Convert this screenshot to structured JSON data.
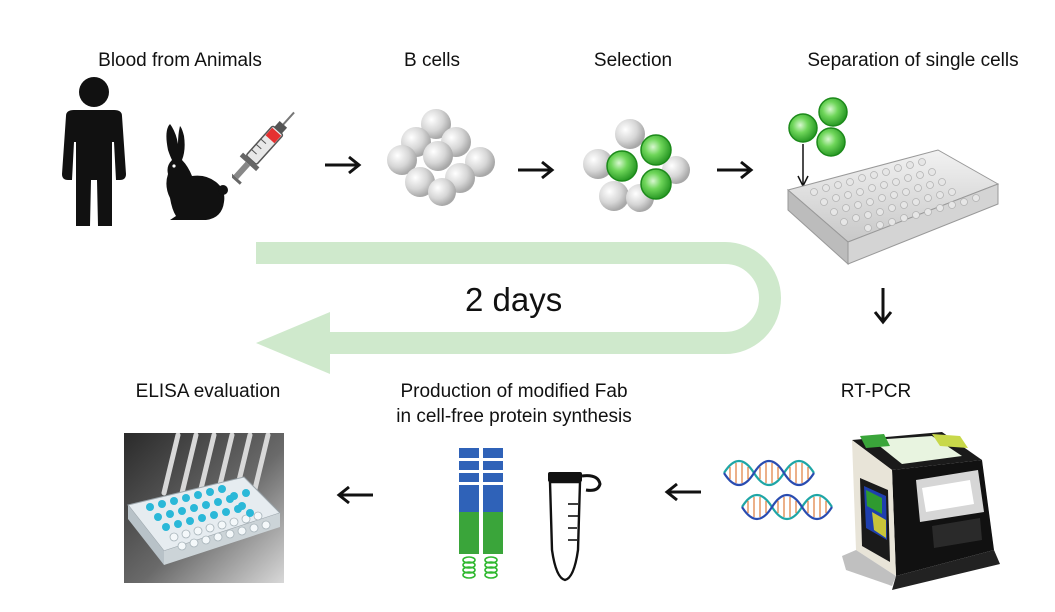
{
  "labels": {
    "blood": "Blood from Animals",
    "bcells": "B cells",
    "selection": "Selection",
    "separation": "Separation of single cells",
    "rtpcr": "RT-PCR",
    "production_line1": "Production of modified Fab",
    "production_line2": "in cell-free protein synthesis",
    "elisa": "ELISA evaluation"
  },
  "timeline_label": "2 days",
  "colors": {
    "loop_arrow": "#cfe9cc",
    "selected_cell": "#3ec23a",
    "cell": "#cfcfcf",
    "syringe_tip": "#e53030",
    "fab_blue": "#2f62b8",
    "fab_green": "#3aa53a",
    "dna_teal": "#1fa6a6",
    "elisa_cyan": "#2ab8d8"
  },
  "icons": [
    "person-icon",
    "rabbit-icon",
    "syringe-icon",
    "cell-cluster-icon",
    "selected-cluster-icon",
    "well-plate-icon",
    "thermocycler-icon",
    "dna-icon",
    "fab-antibody-icon",
    "tube-icon",
    "elisa-plate-icon",
    "arrow-right-icon",
    "arrow-down-icon",
    "arrow-left-icon"
  ]
}
